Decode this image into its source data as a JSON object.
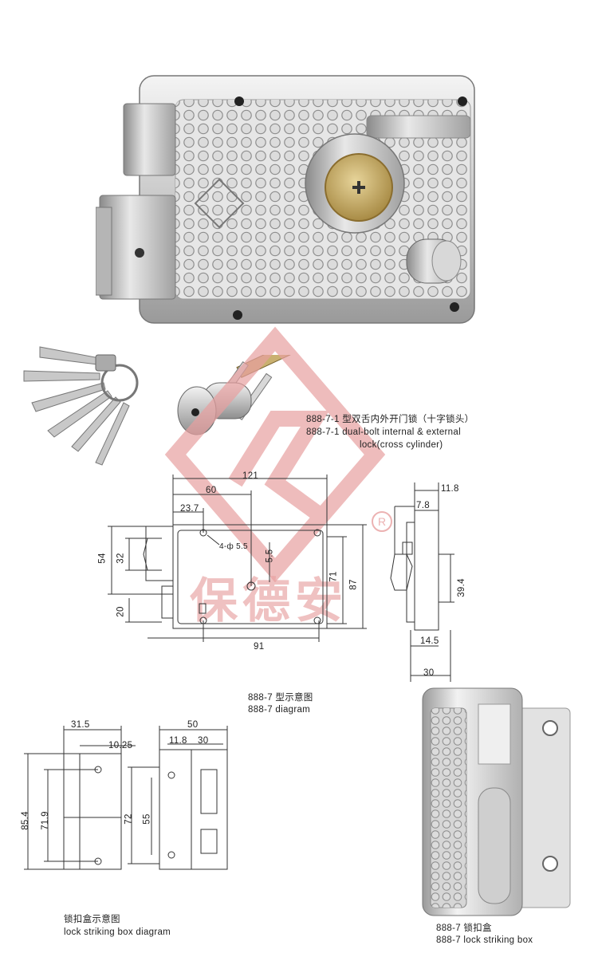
{
  "product": {
    "caption_cn": "888-7-1 型双舌内外开门锁（十字锁头）",
    "caption_en_1": "888-7-1 dual-bolt internal & external",
    "caption_en_2": "lock(cross cylinder)"
  },
  "watermark": {
    "text": "保德安",
    "registered": "R",
    "color": "#e8a0a0"
  },
  "lock_diagram": {
    "caption_cn": "888-7 型示意图",
    "caption_en": "888-7 diagram",
    "dims": {
      "width": "121",
      "half": "60",
      "offset": "23.7",
      "holes": "4-ф 5.5",
      "key_offset": "5.5",
      "h54": "54",
      "h32": "32",
      "h20": "20",
      "h71": "71",
      "h87": "87",
      "bottom": "91",
      "side_top": "11.8",
      "side_inner": "7.8",
      "side_h": "39.4",
      "side_b1": "14.5",
      "side_b2": "30"
    }
  },
  "box_diagram": {
    "caption_cn": "锁扣盒示意图",
    "caption_en": "lock striking box diagram",
    "dims": {
      "w1": "31.5",
      "w2": "10.25",
      "h1": "85.4",
      "h2": "71.9",
      "w3": "50",
      "w4": "11.8",
      "w5": "30",
      "h3": "72",
      "h4": "55"
    }
  },
  "box_photo": {
    "caption_cn": "888-7 锁扣盒",
    "caption_en": "888-7 lock striking box"
  }
}
